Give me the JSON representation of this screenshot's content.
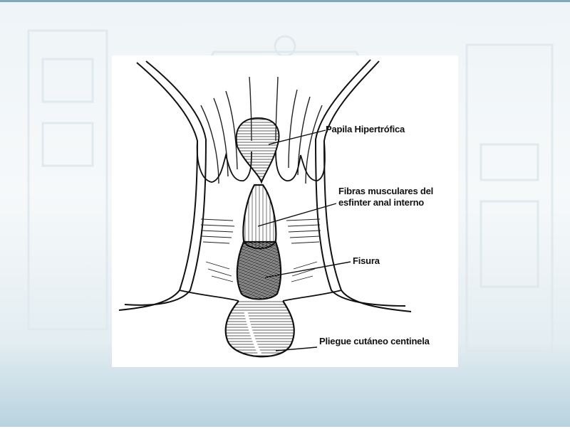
{
  "labels": {
    "papila": "Papila Hipertrófica",
    "fibras_line1": "Fibras musculares del",
    "fibras_line2": "esfinter  anal interno",
    "fisura": "Fisura",
    "pliegue": "Pliegue cutáneo centinela"
  },
  "colors": {
    "ink": "#111111",
    "slide_accent": "#7fa9bd",
    "figure_bg": "#ffffff"
  }
}
